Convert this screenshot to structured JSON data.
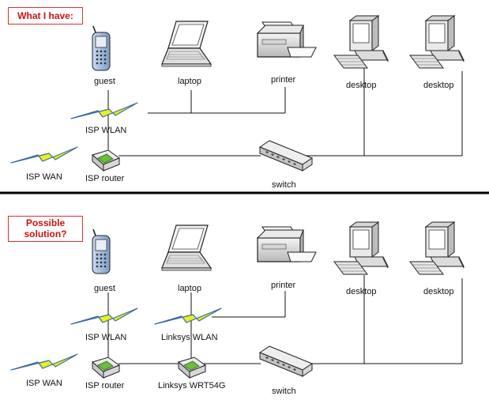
{
  "top_panel": {
    "callout": "What I have:",
    "labels": {
      "guest": "guest",
      "laptop": "laptop",
      "printer": "printer",
      "desktop1": "desktop",
      "desktop2": "desktop",
      "isp_wlan": "ISP WLAN",
      "isp_wan": "ISP WAN",
      "isp_router": "ISP router",
      "switch": "switch"
    }
  },
  "bottom_panel": {
    "callout_line1": "Possible",
    "callout_line2": "solution?",
    "labels": {
      "guest": "guest",
      "laptop": "laptop",
      "printer": "printer",
      "desktop1": "desktop",
      "desktop2": "desktop",
      "isp_wlan": "ISP WLAN",
      "linksys_wlan": "Linksys WLAN",
      "isp_wan": "ISP WAN",
      "isp_router": "ISP router",
      "linksys_router": "Linksys WRT54G",
      "switch": "switch"
    }
  },
  "colors": {
    "callout_border": "#e03030",
    "callout_text": "#d01010",
    "lightning_fill": "#e8f020",
    "lightning_stroke": "#3a6aa0",
    "divider": "#000000"
  }
}
